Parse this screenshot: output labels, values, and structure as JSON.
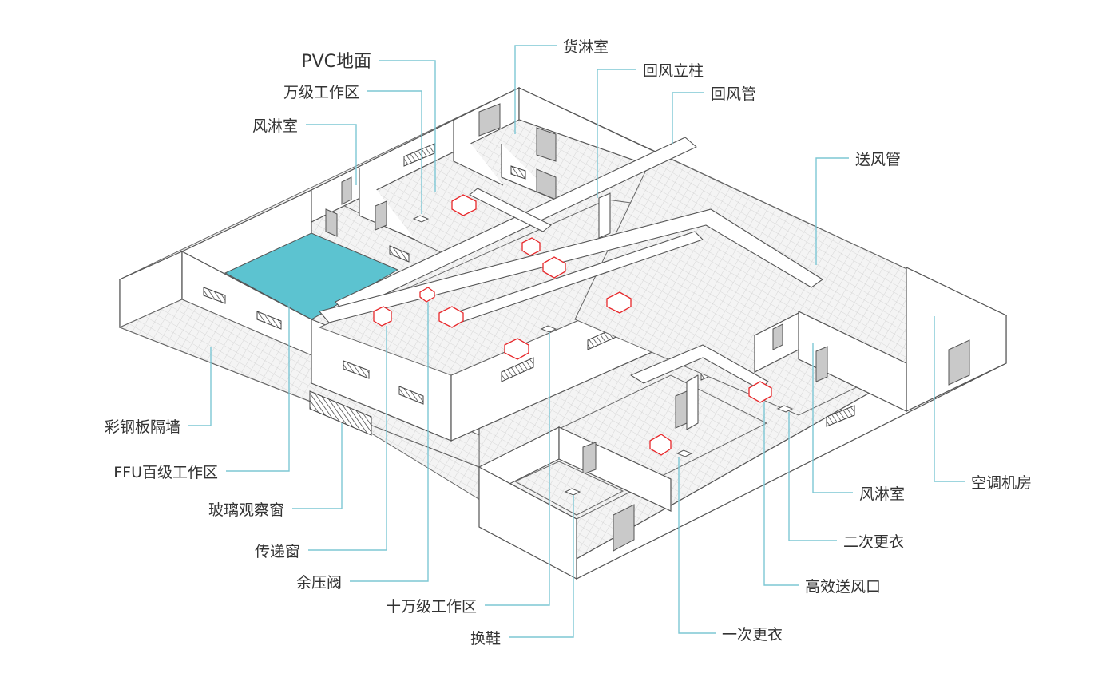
{
  "colors": {
    "leader_line": "#7dc7d4",
    "ffu_area": "#5cc3d0",
    "hepa_outlet": "#e8282b",
    "wall_stroke": "#555555",
    "floor_tile": "#e6e6e6"
  },
  "labels": {
    "pvc_floor": "PVC地面",
    "class10000_zone": "万级工作区",
    "air_shower_top": "风淋室",
    "cargo_shower": "货淋室",
    "return_air_column": "回风立柱",
    "return_air_duct": "回风管",
    "supply_air_duct": "送风管",
    "steel_panel_wall": "彩钢板隔墙",
    "ffu_class100_zone": "FFU百级工作区",
    "glass_window": "玻璃观察窗",
    "pass_box": "传递窗",
    "pressure_relief_valve": "余压阀",
    "class100000_zone": "十万级工作区",
    "shoe_change": "换鞋",
    "first_changing": "一次更衣",
    "hepa_supply_outlet": "高效送风口",
    "second_changing": "二次更衣",
    "air_shower_bottom": "风淋室",
    "ac_machine_room": "空调机房"
  }
}
